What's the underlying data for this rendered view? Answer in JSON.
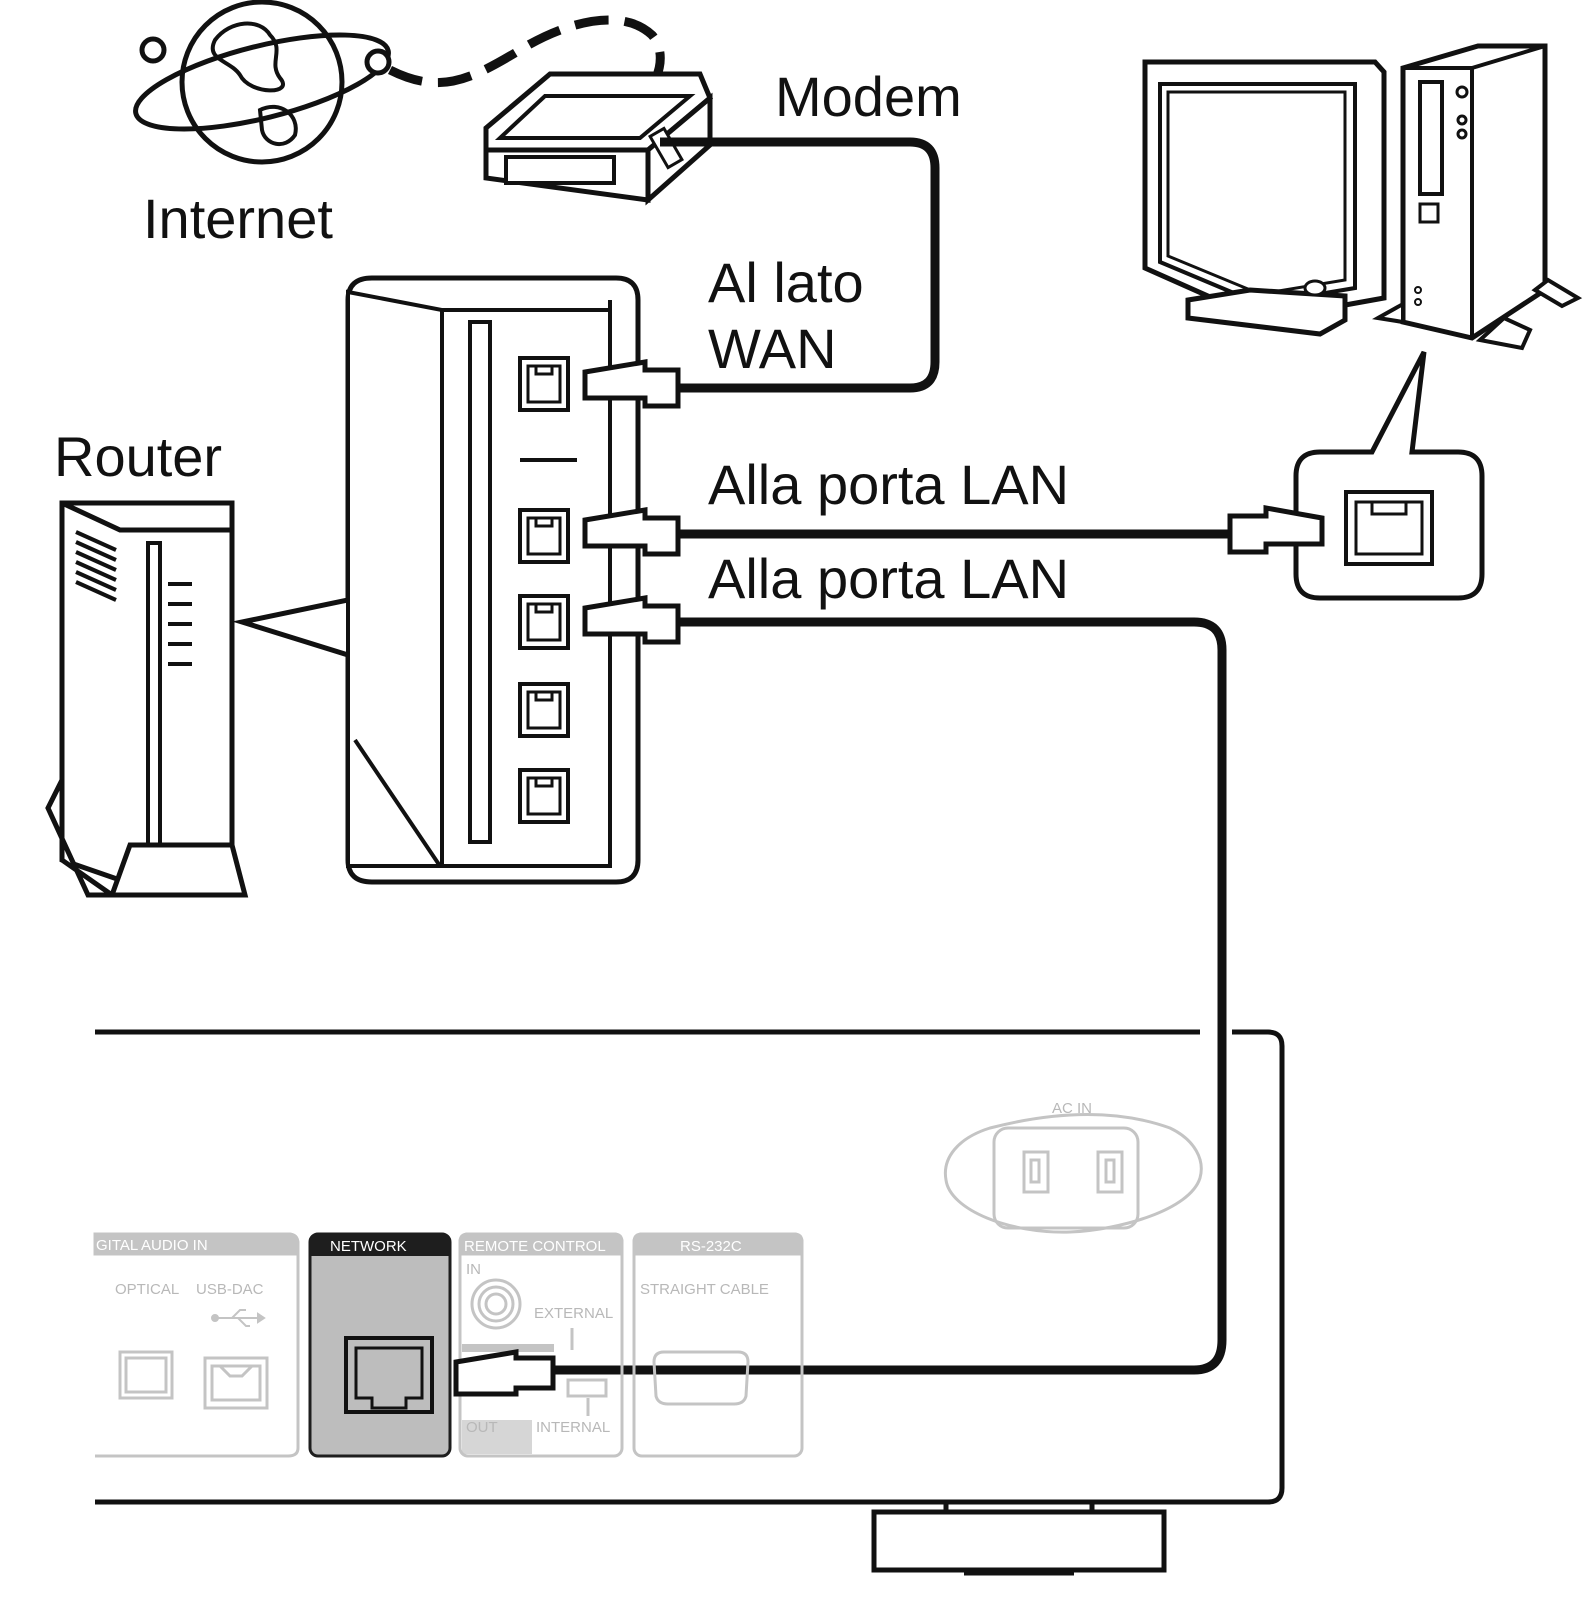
{
  "labels": {
    "internet": "Internet",
    "modem": "Modem",
    "wan_line1": "Al lato",
    "wan_line2": "WAN",
    "router": "Router",
    "lan_port_1": "Alla porta LAN",
    "lan_port_2": "Alla porta LAN"
  },
  "rear_panel": {
    "ac_in": "AC IN",
    "digital_audio_in": "GITAL AUDIO IN",
    "optical": "OPTICAL",
    "usb_dac": "USB-DAC",
    "network": "NETWORK",
    "remote_control": "REMOTE CONTROL",
    "rc_in": "IN",
    "rc_external": "EXTERNAL",
    "rc_out": "OUT",
    "rc_internal": "INTERNAL",
    "rs232c": "RS-232C",
    "straight_cable": "STRAIGHT CABLE"
  },
  "colors": {
    "line": "#111111",
    "faded": "#c4c4c4",
    "network_fill": "#bdbdbd",
    "network_header": "#1e1e1e"
  }
}
